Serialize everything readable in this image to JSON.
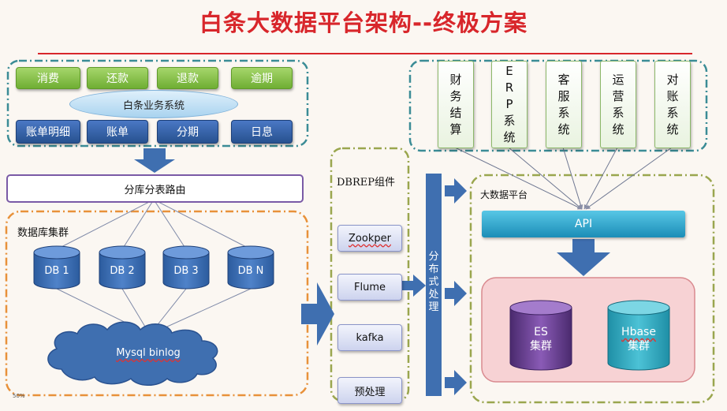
{
  "title": "白条大数据平台架构--终极方案",
  "business": {
    "top_buttons": [
      "消费",
      "还款",
      "退款",
      "逾期"
    ],
    "system_label": "白条业务系统",
    "bottom_buttons": [
      "账单明细",
      "账单",
      "分期",
      "日息"
    ]
  },
  "router_label": "分库分表路由",
  "db_cluster": {
    "label": "数据库集群",
    "databases": [
      "DB 1",
      "DB 2",
      "DB 3",
      "DB N"
    ],
    "binlog_label": "Mysql  binlog"
  },
  "dbrep": {
    "label": "DBREP组件",
    "components": [
      "Zookper",
      "Flume",
      "kafka",
      "预处理"
    ]
  },
  "distributed_label": "分布式处理",
  "systems": [
    "财务结算",
    "ERP系统",
    "客服系统",
    "运营系统",
    "对账系统"
  ],
  "bigdata": {
    "label": "大数据平台",
    "api_label": "API",
    "clusters": [
      {
        "line1": "ES",
        "line2": "集群"
      },
      {
        "line1": "Hbase",
        "line2": "集群"
      }
    ]
  },
  "corner_text": "50%",
  "colors": {
    "title": "#d8262b",
    "dashed_teal": "#3b8c96",
    "dashed_olive": "#9aa64e",
    "dashed_orange": "#e8913a",
    "arrow_blue": "#3f6fb0",
    "pink_box": "#f7d2d4"
  }
}
